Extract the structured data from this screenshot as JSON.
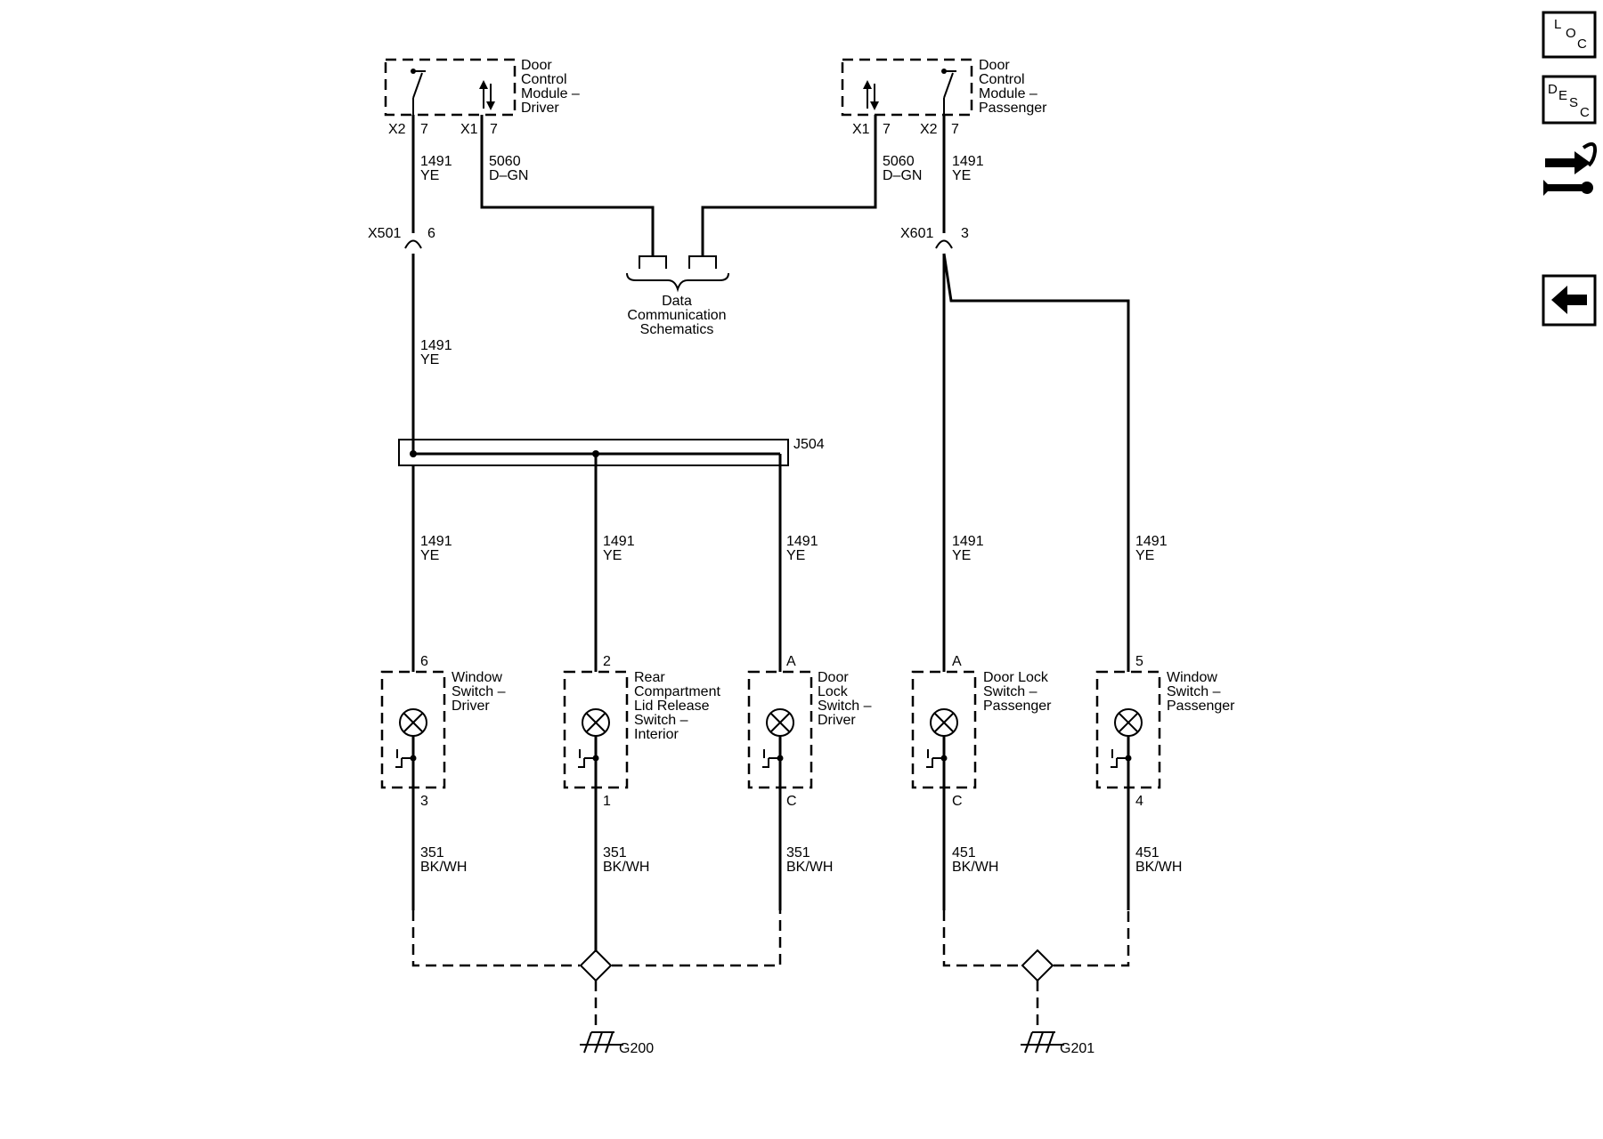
{
  "modules": {
    "dcm_driver": {
      "label": [
        "Door",
        "Control",
        "Module –",
        "Driver"
      ],
      "conn_x2": "X2",
      "pin_x2": "7",
      "conn_x1": "X1",
      "pin_x1": "7"
    },
    "dcm_passenger": {
      "label": [
        "Door",
        "Control",
        "Module –",
        "Passenger"
      ],
      "conn_x1": "X1",
      "pin_x1": "7",
      "conn_x2": "X2",
      "pin_x2": "7"
    }
  },
  "data_comm": {
    "label": [
      "Data",
      "Communication",
      "Schematics"
    ]
  },
  "connectors": {
    "x501": {
      "name": "X501",
      "pin": "6"
    },
    "x601": {
      "name": "X601",
      "pin": "3"
    }
  },
  "splice": {
    "name": "J504"
  },
  "wires": {
    "w1491_driver_top": [
      "1491",
      "YE"
    ],
    "w5060_driver": [
      "5060",
      "D–GN"
    ],
    "w5060_passenger": [
      "5060",
      "D–GN"
    ],
    "w1491_passenger_top": [
      "1491",
      "YE"
    ],
    "w1491_driver_mid": [
      "1491",
      "YE"
    ],
    "w1491_window_drv": [
      "1491",
      "YE"
    ],
    "w1491_rear_lid": [
      "1491",
      "YE"
    ],
    "w1491_lock_drv": [
      "1491",
      "YE"
    ],
    "w1491_lock_pass": [
      "1491",
      "YE"
    ],
    "w1491_window_pass": [
      "1491",
      "YE"
    ],
    "w351_window_drv": [
      "351",
      "BK/WH"
    ],
    "w351_rear_lid": [
      "351",
      "BK/WH"
    ],
    "w351_lock_drv": [
      "351",
      "BK/WH"
    ],
    "w451_lock_pass": [
      "451",
      "BK/WH"
    ],
    "w451_window_pass": [
      "451",
      "BK/WH"
    ]
  },
  "switches": [
    {
      "id": "window_driver",
      "label": [
        "Window",
        "Switch –",
        "Driver"
      ],
      "pin_top": "6",
      "pin_bottom": "3"
    },
    {
      "id": "rear_lid",
      "label": [
        "Rear",
        "Compartment",
        "Lid Release",
        "Switch –",
        "Interior"
      ],
      "pin_top": "2",
      "pin_bottom": "1"
    },
    {
      "id": "lock_driver",
      "label": [
        "Door",
        "Lock",
        "Switch –",
        "Driver"
      ],
      "pin_top": "A",
      "pin_bottom": "C"
    },
    {
      "id": "lock_passenger",
      "label": [
        "Door Lock",
        "Switch –",
        "Passenger"
      ],
      "pin_top": "A",
      "pin_bottom": "C"
    },
    {
      "id": "window_passenger",
      "label": [
        "Window",
        "Switch –",
        "Passenger"
      ],
      "pin_top": "5",
      "pin_bottom": "4"
    }
  ],
  "grounds": {
    "g200": {
      "name": "G200"
    },
    "g201": {
      "name": "G201"
    }
  },
  "nav": {
    "loc": [
      "L",
      "O",
      "C"
    ],
    "desc": [
      "D",
      "E",
      "S",
      "C"
    ]
  }
}
